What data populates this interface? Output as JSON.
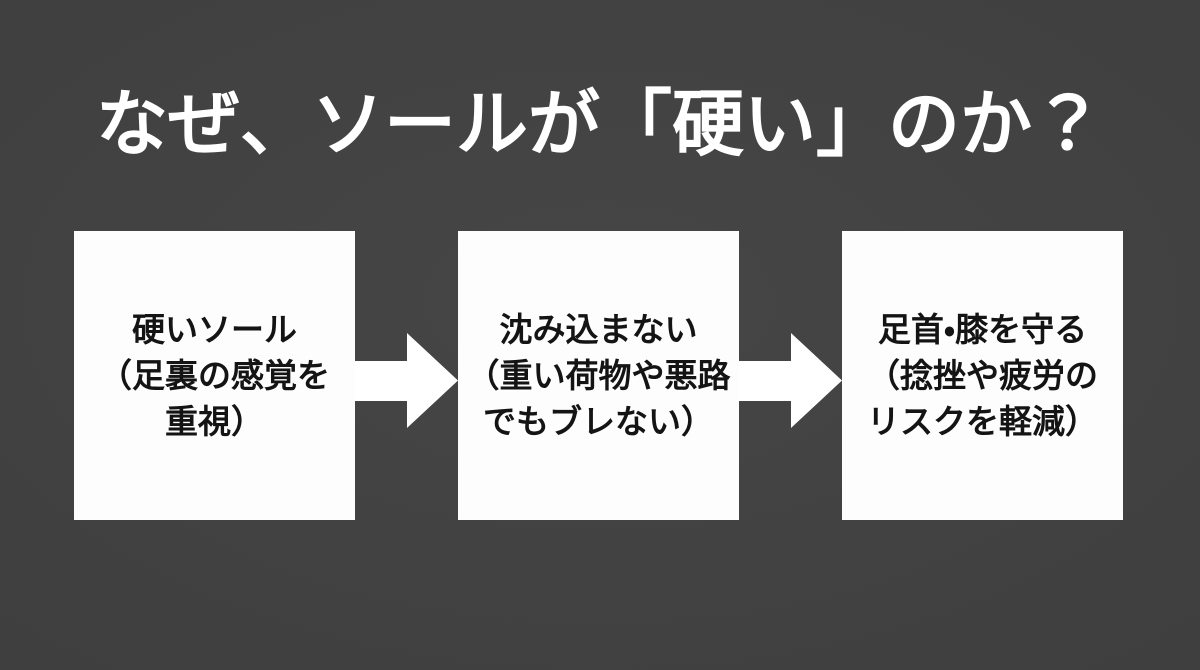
{
  "slide": {
    "title": "なぜ、ソールが「硬い」のか？",
    "boxes": [
      {
        "lines": [
          "硬いソール",
          "（足裏の感覚を",
          "重視）"
        ]
      },
      {
        "lines": [
          "沈み込まない",
          "（重い荷物や悪路",
          "でもブレない）"
        ]
      },
      {
        "lines": [
          "足首・膝を守る",
          "（捻挫や疲労の",
          "リスクを軽減）"
        ]
      }
    ],
    "icons": {
      "between_boxes": "block-arrow-right-icon"
    }
  },
  "colors": {
    "background": "#3f3f3f",
    "background_center": "#464646",
    "background_edge": "#383838",
    "title_text": "#ffffff",
    "box_fill": "#fdfdfd",
    "box_text": "#141414",
    "arrow": "#ffffff"
  }
}
